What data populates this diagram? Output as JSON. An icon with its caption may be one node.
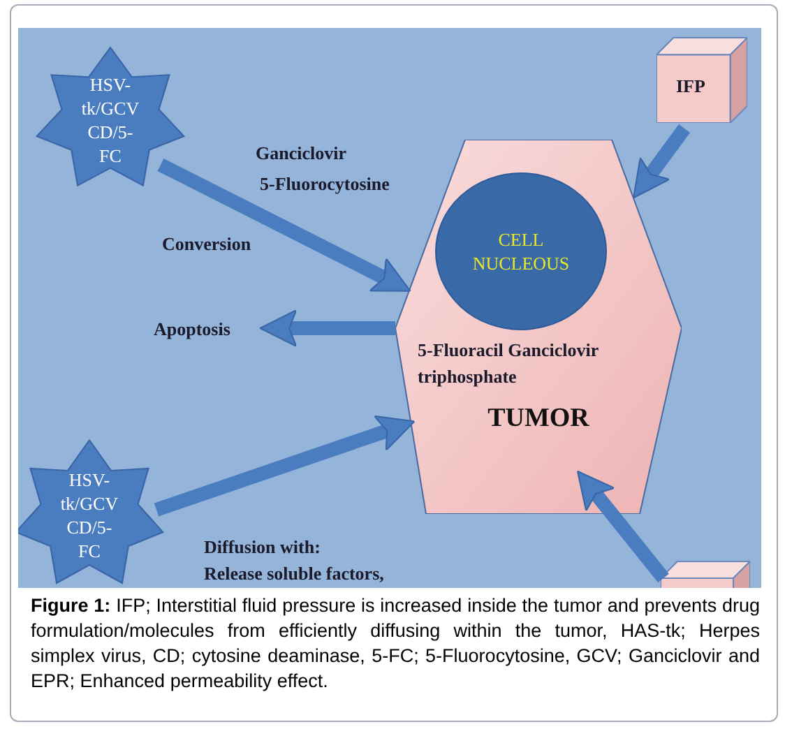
{
  "diagram": {
    "caption": "**Figure 1:** IFP; Interstitial fluid pressure is increased inside the tumor and prevents drug formulation/molecules from efficiently diffusing within the tumor, HAS-tk; Herpes simplex virus, CD; cytosine deaminase, 5-FC; 5-Fluorocytosine, GCV; Ganciclovir and EPR; Enhanced permeability effect.",
    "nodes": [
      {
        "text": [
          "HSV-tk/GCV CD/5-FC"
        ]
      },
      {
        "text": [
          "IFP"
        ]
      },
      {
        "text": [
          "5-Fluoracil Ganciclovir triphosphate",
          "TUMOR"
        ]
      },
      {
        "text": [
          "CELL NUCLEOUS"
        ],
        "in": 2
      },
      {
        "text": [
          "Apoptosis"
        ]
      },
      {
        "text": [
          "HSV-tk/GCV CD/5-FC"
        ]
      },
      {
        "text": [],
        "shape": "box"
      }
    ],
    "edges": [
      {
        "from": 0,
        "to": 2,
        "arrow": "to"
      },
      {
        "from": 1,
        "to": 2,
        "arrow": "to"
      },
      {
        "from": 2,
        "to": 4,
        "arrow": "to"
      },
      {
        "from": 5,
        "to": 2,
        "arrow": "to"
      },
      {
        "from": 6,
        "to": 2,
        "arrow": "to"
      }
    ],
    "labels": [
      "Ganciclovir",
      "5-Fluorocytosine",
      "Conversion",
      "Diffusion with:",
      "Release soluble factors,"
    ]
  }
}
